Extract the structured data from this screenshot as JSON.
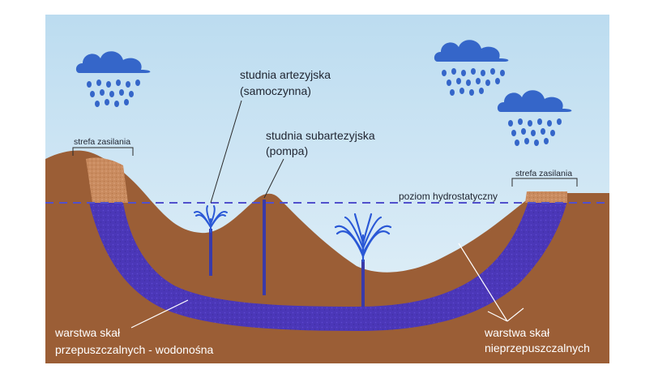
{
  "labels": {
    "artesian_line1": "studnia artezyjska",
    "artesian_line2": "(samoczynna)",
    "subartesian_line1": "studnia subartezyjska",
    "subartesian_line2": "(pompa)",
    "hydrostatic_level": "poziom hydrostatyczny",
    "recharge_left": "strefa zasilania",
    "recharge_right": "strefa zasilania",
    "permeable_line1": "warstwa skał",
    "permeable_line2": "przepuszczalnych - wodonośna",
    "impermeable_line1": "warstwa skał",
    "impermeable_line2": "nieprzepuszczalnych"
  },
  "icons": {
    "cloud_left": "rain-cloud-icon",
    "cloud_right_top": "rain-cloud-icon",
    "cloud_right_bottom": "rain-cloud-icon",
    "fountain_left": "water-fountain-icon",
    "fountain_right": "water-fountain-icon"
  },
  "colors": {
    "sky": "#cfe6f3",
    "ground": "#9b5e36",
    "ground_dark": "#8a522e",
    "aquifer": "#4f3cc0",
    "recharge": "#c88a5e",
    "water": "#2a58d6",
    "cloud": "#3566c9",
    "dashed_line": "#5050cc"
  }
}
